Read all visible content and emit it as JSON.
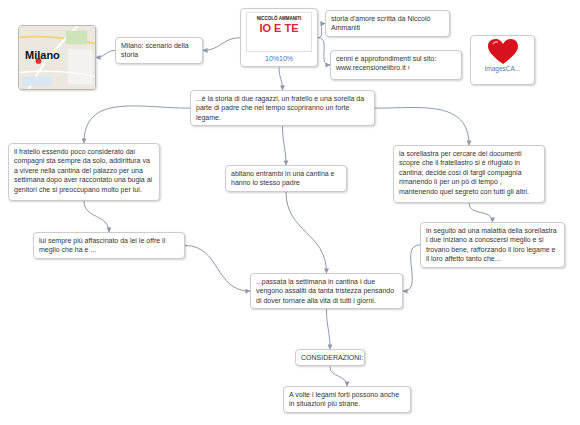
{
  "diagram": {
    "nodes": [
      {
        "text": [
          "NICCOLÒ AMMANITI",
          "IO E TE",
          "10%10%"
        ]
      },
      {
        "text": [
          "storia d'amore scritta da Niccolò Ammaniti"
        ]
      },
      {
        "text": [
          "cenni e approfondimenti sul sito: www.recensionelibro.it ›"
        ]
      },
      {
        "text": [
          "imagesCA..."
        ]
      },
      {
        "text": [
          "Milano: scenario della storia"
        ]
      },
      {
        "text": [
          "Milano"
        ]
      },
      {
        "text": [
          "...è la storia di due ragazzi, un fratello e una sorella da parte di padre che nel tempo scopriranno un forte legame."
        ]
      },
      {
        "text": [
          "il fratello essendo poco considerato dai compagni sta sempre da solo, addirittura va a vivere nella cantina del palazzo per una settimana dopo aver raccontato una bugia ai genitori che si preoccupano molto per lui."
        ]
      },
      {
        "text": [
          "abitano entrambi in una cantina e hanno lo stesso padre"
        ]
      },
      {
        "text": [
          "la sorellastra per cercare dei documenti scopre che il fratellastro si è rifugiato in cantina; decide così di fargli compagnia rimanendo lì per un pò di tempo , mantenendo quel segreto con tutti gli altri."
        ]
      },
      {
        "text": [
          "lui sempre più affascinato da lei le offre il meglio che ha e ..."
        ]
      },
      {
        "text": [
          "in seguito ad una malattia della sorellastra i due iniziano a conoscersi meglio e si trovano bene, rafforzando il loro legame e il loro affetto tanto che..."
        ]
      },
      {
        "text": [
          "...passata la settimana in cantina i due vengono assaliti da tanta tristezza pensando di dover tornare alla vita di tutti i giorni."
        ]
      },
      {
        "text": [
          "CONSIDERAZIONI:"
        ]
      },
      {
        "text": [
          "A volte i legami forti possono anche in situazioni più strane."
        ]
      }
    ],
    "edges": [
      {
        "from": 0,
        "to": 1,
        "arrow": "to"
      },
      {
        "from": 0,
        "to": 2,
        "arrow": "to"
      },
      {
        "from": 0,
        "to": 4,
        "arrow": "to"
      },
      {
        "from": 4,
        "to": 5,
        "arrow": "to"
      },
      {
        "from": 0,
        "to": 6,
        "arrow": "to"
      },
      {
        "from": 6,
        "to": 7,
        "arrow": "to"
      },
      {
        "from": 6,
        "to": 9,
        "arrow": "to"
      },
      {
        "from": 6,
        "to": 8,
        "arrow": "to"
      },
      {
        "from": 7,
        "to": 10,
        "arrow": "to"
      },
      {
        "from": 9,
        "to": 11,
        "arrow": "to"
      },
      {
        "from": 8,
        "to": 12,
        "arrow": "to"
      },
      {
        "from": 10,
        "to": 12,
        "arrow": "to"
      },
      {
        "from": 11,
        "to": 12,
        "arrow": "to"
      },
      {
        "from": 12,
        "to": 13,
        "arrow": "to"
      },
      {
        "from": 13,
        "to": 14,
        "arrow": "to"
      }
    ]
  }
}
